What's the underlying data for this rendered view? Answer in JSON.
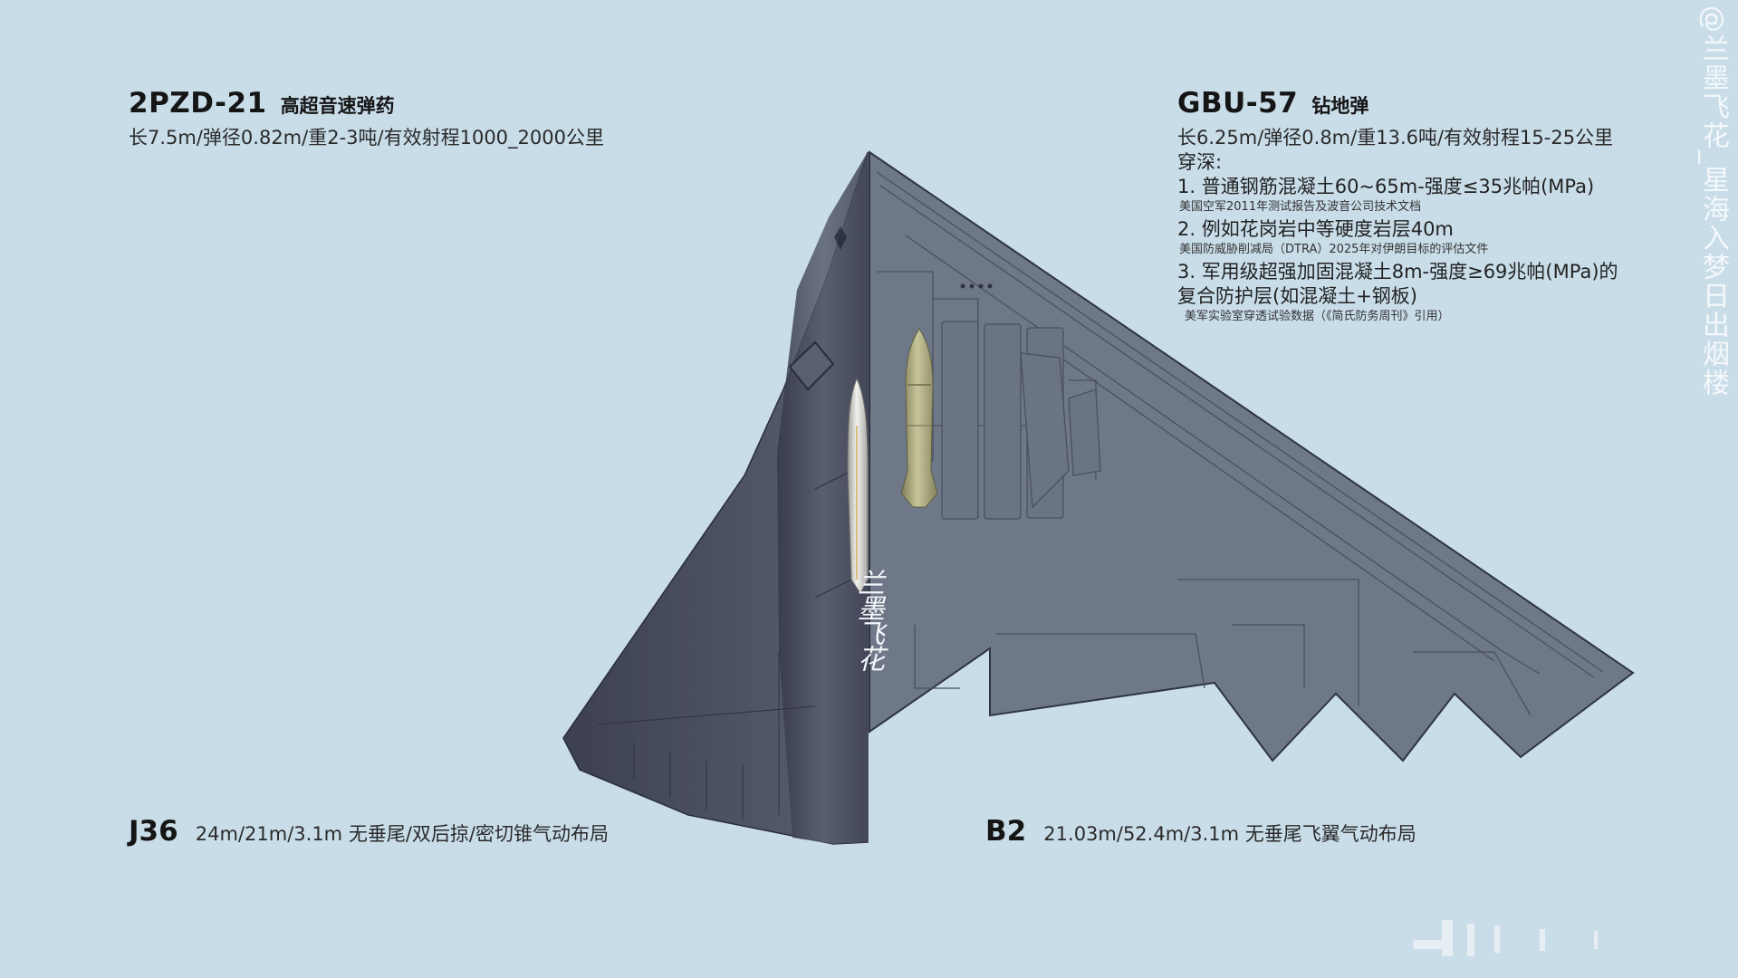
{
  "weapons": {
    "hypersonic": {
      "name": "2PZD-21",
      "type": "高超音速弹药",
      "spec": "长7.5m/弹径0.82m/重2-3吨/有效射程1000_2000公里"
    },
    "gbu": {
      "name": "GBU-57",
      "type": "钻地弹",
      "spec": "长6.25m/弹径0.8m/重13.6吨/有效射程15-25公里",
      "pen_header": "穿深:",
      "pen_items": [
        {
          "text": "1. 普通钢筋混凝土60~65m-强度≤35兆帕(MPa)",
          "source": "美国空军2011年测试报告及波音公司技术文档"
        },
        {
          "text": "2. 例如花岗岩中等硬度岩层40m",
          "source": "美国防威胁削减局（DTRA）2025年对伊朗目标的评估文件"
        },
        {
          "text": "3. 军用级超强加固混凝土8m-强度≥69兆帕(MPa)的",
          "text2": "复合防护层(如混凝土+钢板)",
          "source": "美军实验室穿透试验数据（《简氏防务周刊》引用）"
        }
      ]
    }
  },
  "aircraft": {
    "j36": {
      "name": "J36",
      "spec": "24m/21m/3.1m 无垂尾/双后掠/密切锥气动布局"
    },
    "b2": {
      "name": "B2",
      "spec": "21.03m/52.4m/3.1m 无垂尾飞翼气动布局"
    }
  },
  "watermark": "@兰墨飞花_星海入梦日出烟楼",
  "signature": "兰墨飞花",
  "colors": {
    "background": "#c9dde9",
    "j36": "#4a4e5e",
    "b2": "#6f7888",
    "missile": "#d8d8d4",
    "bomb": "#a8a778"
  }
}
